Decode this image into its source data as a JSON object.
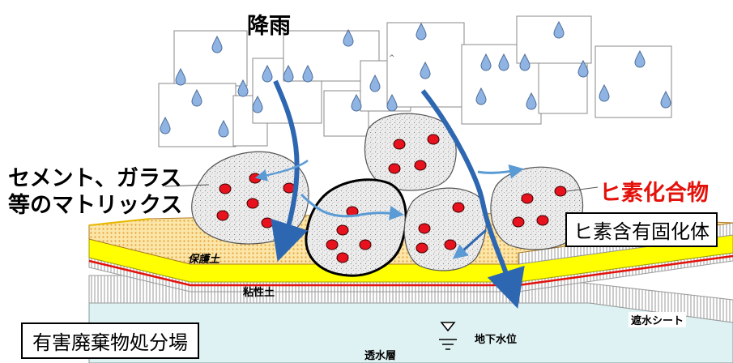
{
  "labels": {
    "rain": "降雨",
    "matrix_line1": "セメント、ガラス",
    "matrix_line2": "等のマトリックス",
    "arsenic_compound": "ヒ素化合物",
    "solidified_body": "ヒ素含有固化体",
    "protective_soil": "保護土",
    "clay_soil": "粘性土",
    "waterproof_sheet": "遮水シート",
    "groundwater_level": "地下水位",
    "permeable_layer": "透水層",
    "disposal_site": "有害廃棄物処分場"
  },
  "colors": {
    "arsenic_label": "#e3120b",
    "flow_arrow": "#2e67b1",
    "flow_arrow_light": "#5b9bd5",
    "red_dot": "#e8121e",
    "protective_soil": "#f7d27a",
    "clay_soil": "#ffff00",
    "water_drop": "#8fb4e3"
  },
  "icons": {
    "rain_drop": "water-drop-icon",
    "groundwater_marker": "water-level-icon"
  }
}
